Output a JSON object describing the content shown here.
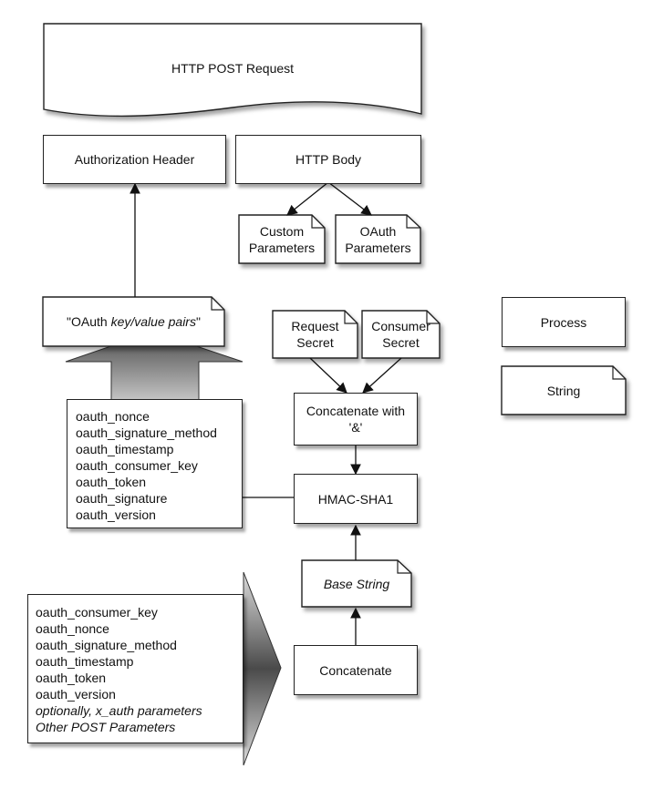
{
  "request": {
    "title": "HTTP POST Request"
  },
  "auth_header": {
    "label": "Authorization Header"
  },
  "http_body": {
    "label": "HTTP Body"
  },
  "custom_params": {
    "line1": "Custom",
    "line2": "Parameters"
  },
  "oauth_params": {
    "line1": "OAuth",
    "line2": "Parameters"
  },
  "kv_pairs": {
    "prefix": "\"OAuth ",
    "emph": "key/value pairs",
    "suffix": "\""
  },
  "request_secret": {
    "line1": "Request",
    "line2": "Secret"
  },
  "consumer_secret": {
    "line1": "Consumer",
    "line2": "Secret"
  },
  "concat_amp": {
    "line1": "Concatenate with",
    "line2": "'&'"
  },
  "hmac": {
    "label": "HMAC-SHA1"
  },
  "base_string": {
    "label": "Base String"
  },
  "concatenate": {
    "label": "Concatenate"
  },
  "legend": {
    "process": "Process",
    "string": "String"
  },
  "signed_params": [
    "oauth_nonce",
    "oauth_signature_method",
    "oauth_timestamp",
    "oauth_consumer_key",
    "oauth_token",
    "oauth_signature",
    "oauth_version"
  ],
  "input_params": [
    "oauth_consumer_key",
    "oauth_nonce",
    "oauth_signature_method",
    "oauth_timestamp",
    "oauth_token",
    "oauth_version"
  ],
  "input_params_extra": [
    "optionally, x_auth parameters",
    "Other POST Parameters"
  ]
}
